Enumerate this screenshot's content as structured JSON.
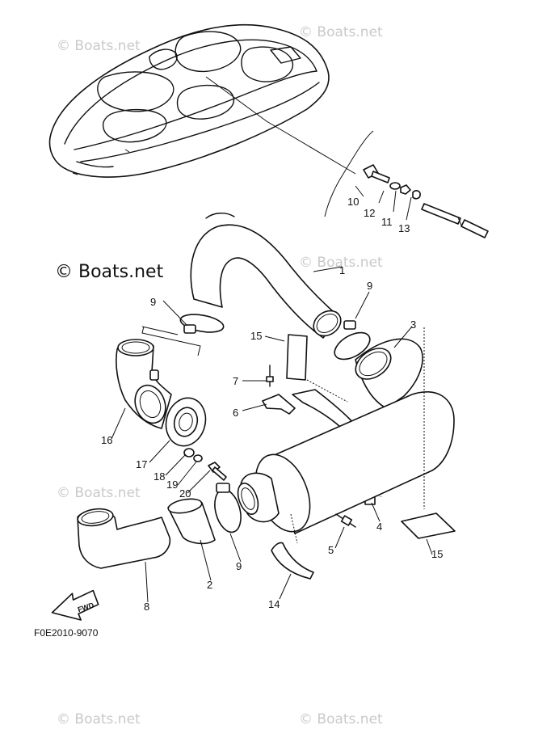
{
  "watermark": "© Boats.net",
  "figure_code": "F0E2010-9070",
  "fwd_label": "FWD",
  "callouts": {
    "c1": "1",
    "c2": "2",
    "c3": "3",
    "c4": "4",
    "c5": "5",
    "c6": "6",
    "c7": "7",
    "c8": "8",
    "c9a": "9",
    "c9b": "9",
    "c9c": "9",
    "c10": "10",
    "c11": "11",
    "c12": "12",
    "c13": "13",
    "c14": "14",
    "c15a": "15",
    "c15b": "15",
    "c16": "16",
    "c17": "17",
    "c18": "18",
    "c19": "19",
    "c20": "20"
  }
}
